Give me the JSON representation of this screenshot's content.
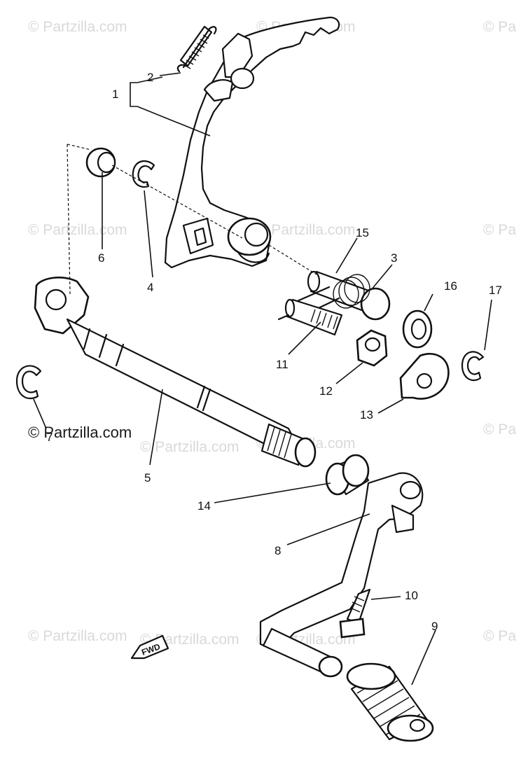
{
  "watermarks": {
    "light": [
      "© Partzilla.com",
      "© Partzilla.com",
      "© Partzilla.com",
      "© Pa",
      "© Partzilla.com",
      "© Partzilla.com",
      "© Pa",
      "© Partzilla.com",
      "© Pa",
      "© Partzilla.com",
      "© Partzilla.com",
      "© Partzilla.com",
      "© Pa"
    ],
    "dark": "© Partzilla.com"
  },
  "callouts": {
    "p1": "1",
    "p2": "2",
    "p3": "3",
    "p4": "4",
    "p5": "5",
    "p6": "6",
    "p7": "7",
    "p8": "8",
    "p9": "9",
    "p10": "10",
    "p11": "11",
    "p12": "12",
    "p13": "13",
    "p14": "14",
    "p15": "15",
    "p16": "16",
    "p17": "17"
  },
  "direction_tag": "FWD",
  "colors": {
    "line": "#111111",
    "watermark": "#d9d9d9",
    "background": "#ffffff"
  }
}
